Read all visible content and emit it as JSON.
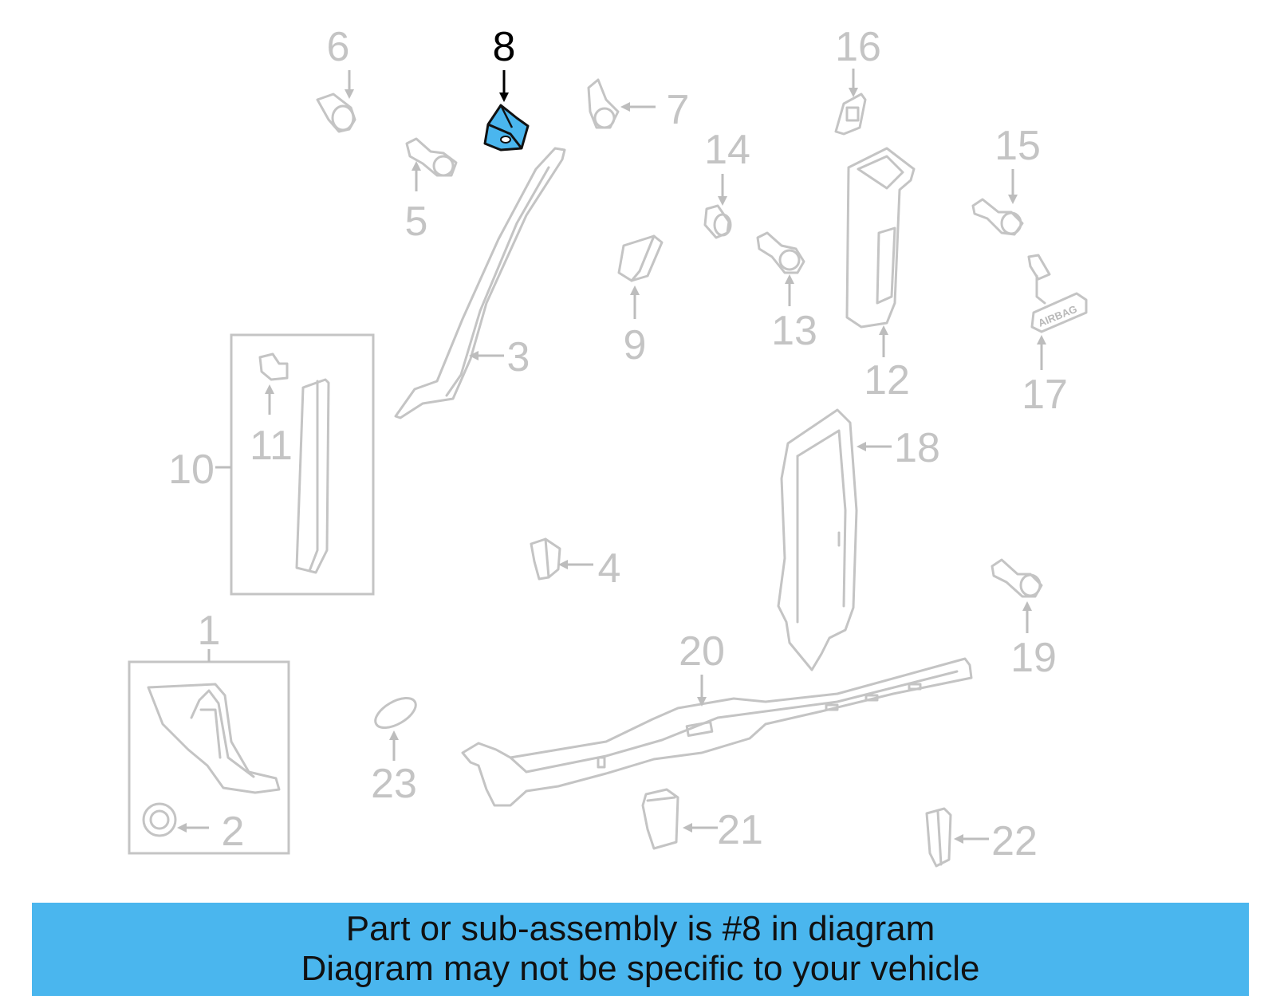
{
  "diagram": {
    "highlighted_part": "8",
    "highlight_color": "#4ab6ee",
    "callouts": {
      "c1": "1",
      "c2": "2",
      "c3": "3",
      "c4": "4",
      "c5": "5",
      "c6": "6",
      "c7": "7",
      "c8": "8",
      "c9": "9",
      "c10": "10",
      "c11": "11",
      "c12": "12",
      "c13": "13",
      "c14": "14",
      "c15": "15",
      "c16": "16",
      "c17": "17",
      "c18": "18",
      "c19": "19",
      "c20": "20",
      "c21": "21",
      "c22": "22",
      "c23": "23"
    },
    "airbag_label": "AIRBAG"
  },
  "banner": {
    "line1": "Part or sub-assembly is #8 in diagram",
    "line2": "Diagram may not be specific to your vehicle",
    "background": "#4ab6ee"
  }
}
